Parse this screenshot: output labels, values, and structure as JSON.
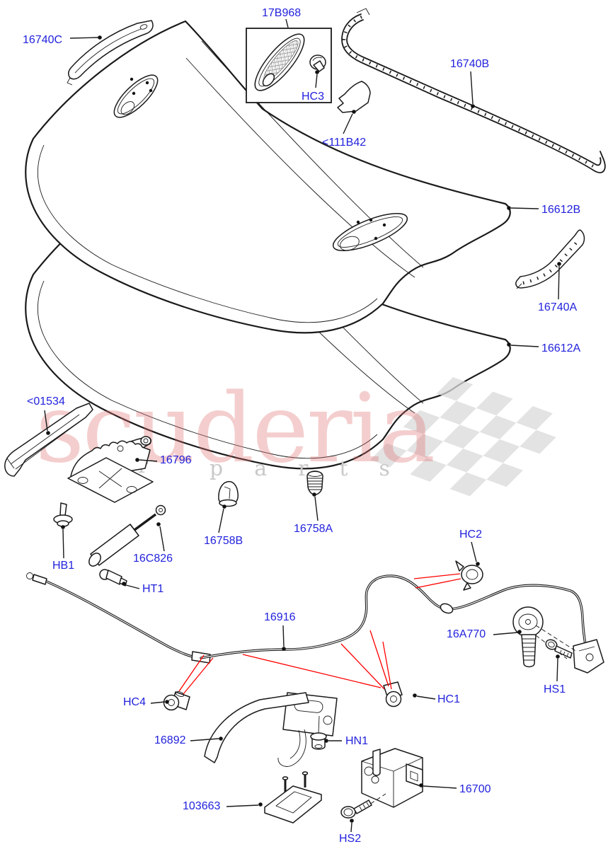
{
  "diagram": {
    "type": "exploded-parts-diagram",
    "subject": "Hood and related parts",
    "label_color": "#2222dd",
    "line_color": "#1a1a1a",
    "callout_line_color": "#ff0000",
    "labels": [
      {
        "id": "16740C",
        "text": "16740C"
      },
      {
        "id": "17B968",
        "text": "17B968"
      },
      {
        "id": "HC3",
        "text": "HC3"
      },
      {
        "id": "111B42",
        "text": "<111B42"
      },
      {
        "id": "16740B",
        "text": "16740B"
      },
      {
        "id": "16612B",
        "text": "16612B"
      },
      {
        "id": "16740A",
        "text": "16740A"
      },
      {
        "id": "16612A",
        "text": "16612A"
      },
      {
        "id": "01534",
        "text": "<01534"
      },
      {
        "id": "16796",
        "text": "16796"
      },
      {
        "id": "16758B",
        "text": "16758B"
      },
      {
        "id": "16758A",
        "text": "16758A"
      },
      {
        "id": "HB1",
        "text": "HB1"
      },
      {
        "id": "16C826",
        "text": "16C826"
      },
      {
        "id": "HT1",
        "text": "HT1"
      },
      {
        "id": "HC2",
        "text": "HC2"
      },
      {
        "id": "16916",
        "text": "16916"
      },
      {
        "id": "16A770",
        "text": "16A770"
      },
      {
        "id": "HS1",
        "text": "HS1"
      },
      {
        "id": "HC4",
        "text": "HC4"
      },
      {
        "id": "HC1",
        "text": "HC1"
      },
      {
        "id": "16892",
        "text": "16892"
      },
      {
        "id": "HN1",
        "text": "HN1"
      },
      {
        "id": "103663",
        "text": "103663"
      },
      {
        "id": "HS2",
        "text": "HS2"
      },
      {
        "id": "16700",
        "text": "16700"
      }
    ]
  },
  "watermark": {
    "brand": "scuderia",
    "word_left": "car",
    "word_right": "parts",
    "brand_color": "#e06e6e",
    "word_color": "#c9c9c9",
    "flag_color": "#d9d9d9"
  }
}
